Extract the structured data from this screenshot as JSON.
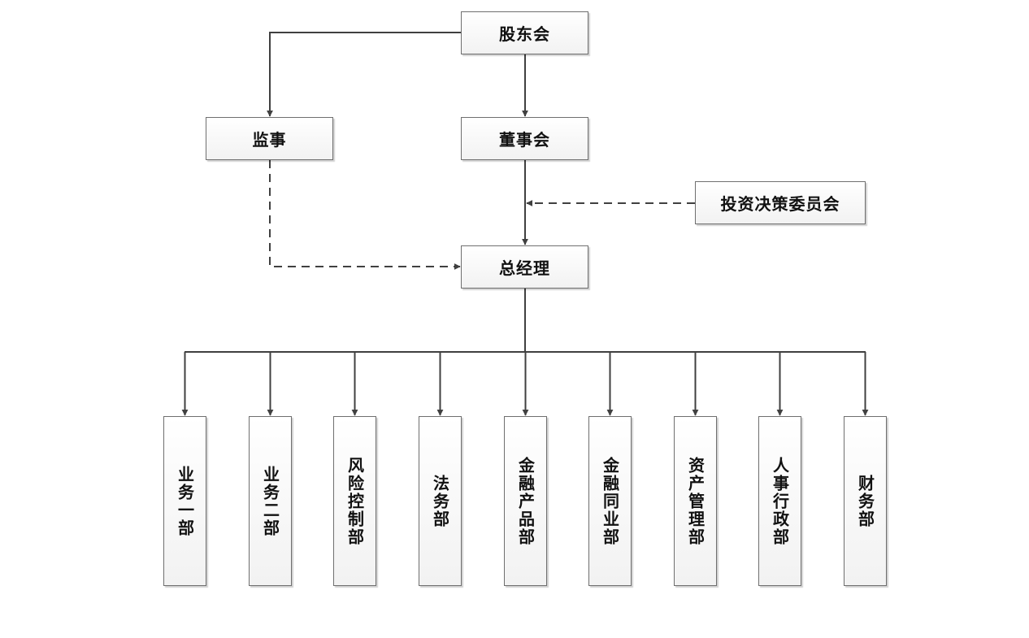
{
  "nodes": {
    "shareholders": "股东会",
    "supervisor": "监事",
    "board": "董事会",
    "investment_committee": "投资决策委员会",
    "general_manager": "总经理"
  },
  "departments": [
    "业务一部",
    "业务二部",
    "风险控制部",
    "法务部",
    "金融产品部",
    "金融同业部",
    "资产管理部",
    "人事行政部",
    "财务部"
  ],
  "colors": {
    "line": "#404040",
    "border": "#6f6f6f",
    "text": "#111111"
  }
}
